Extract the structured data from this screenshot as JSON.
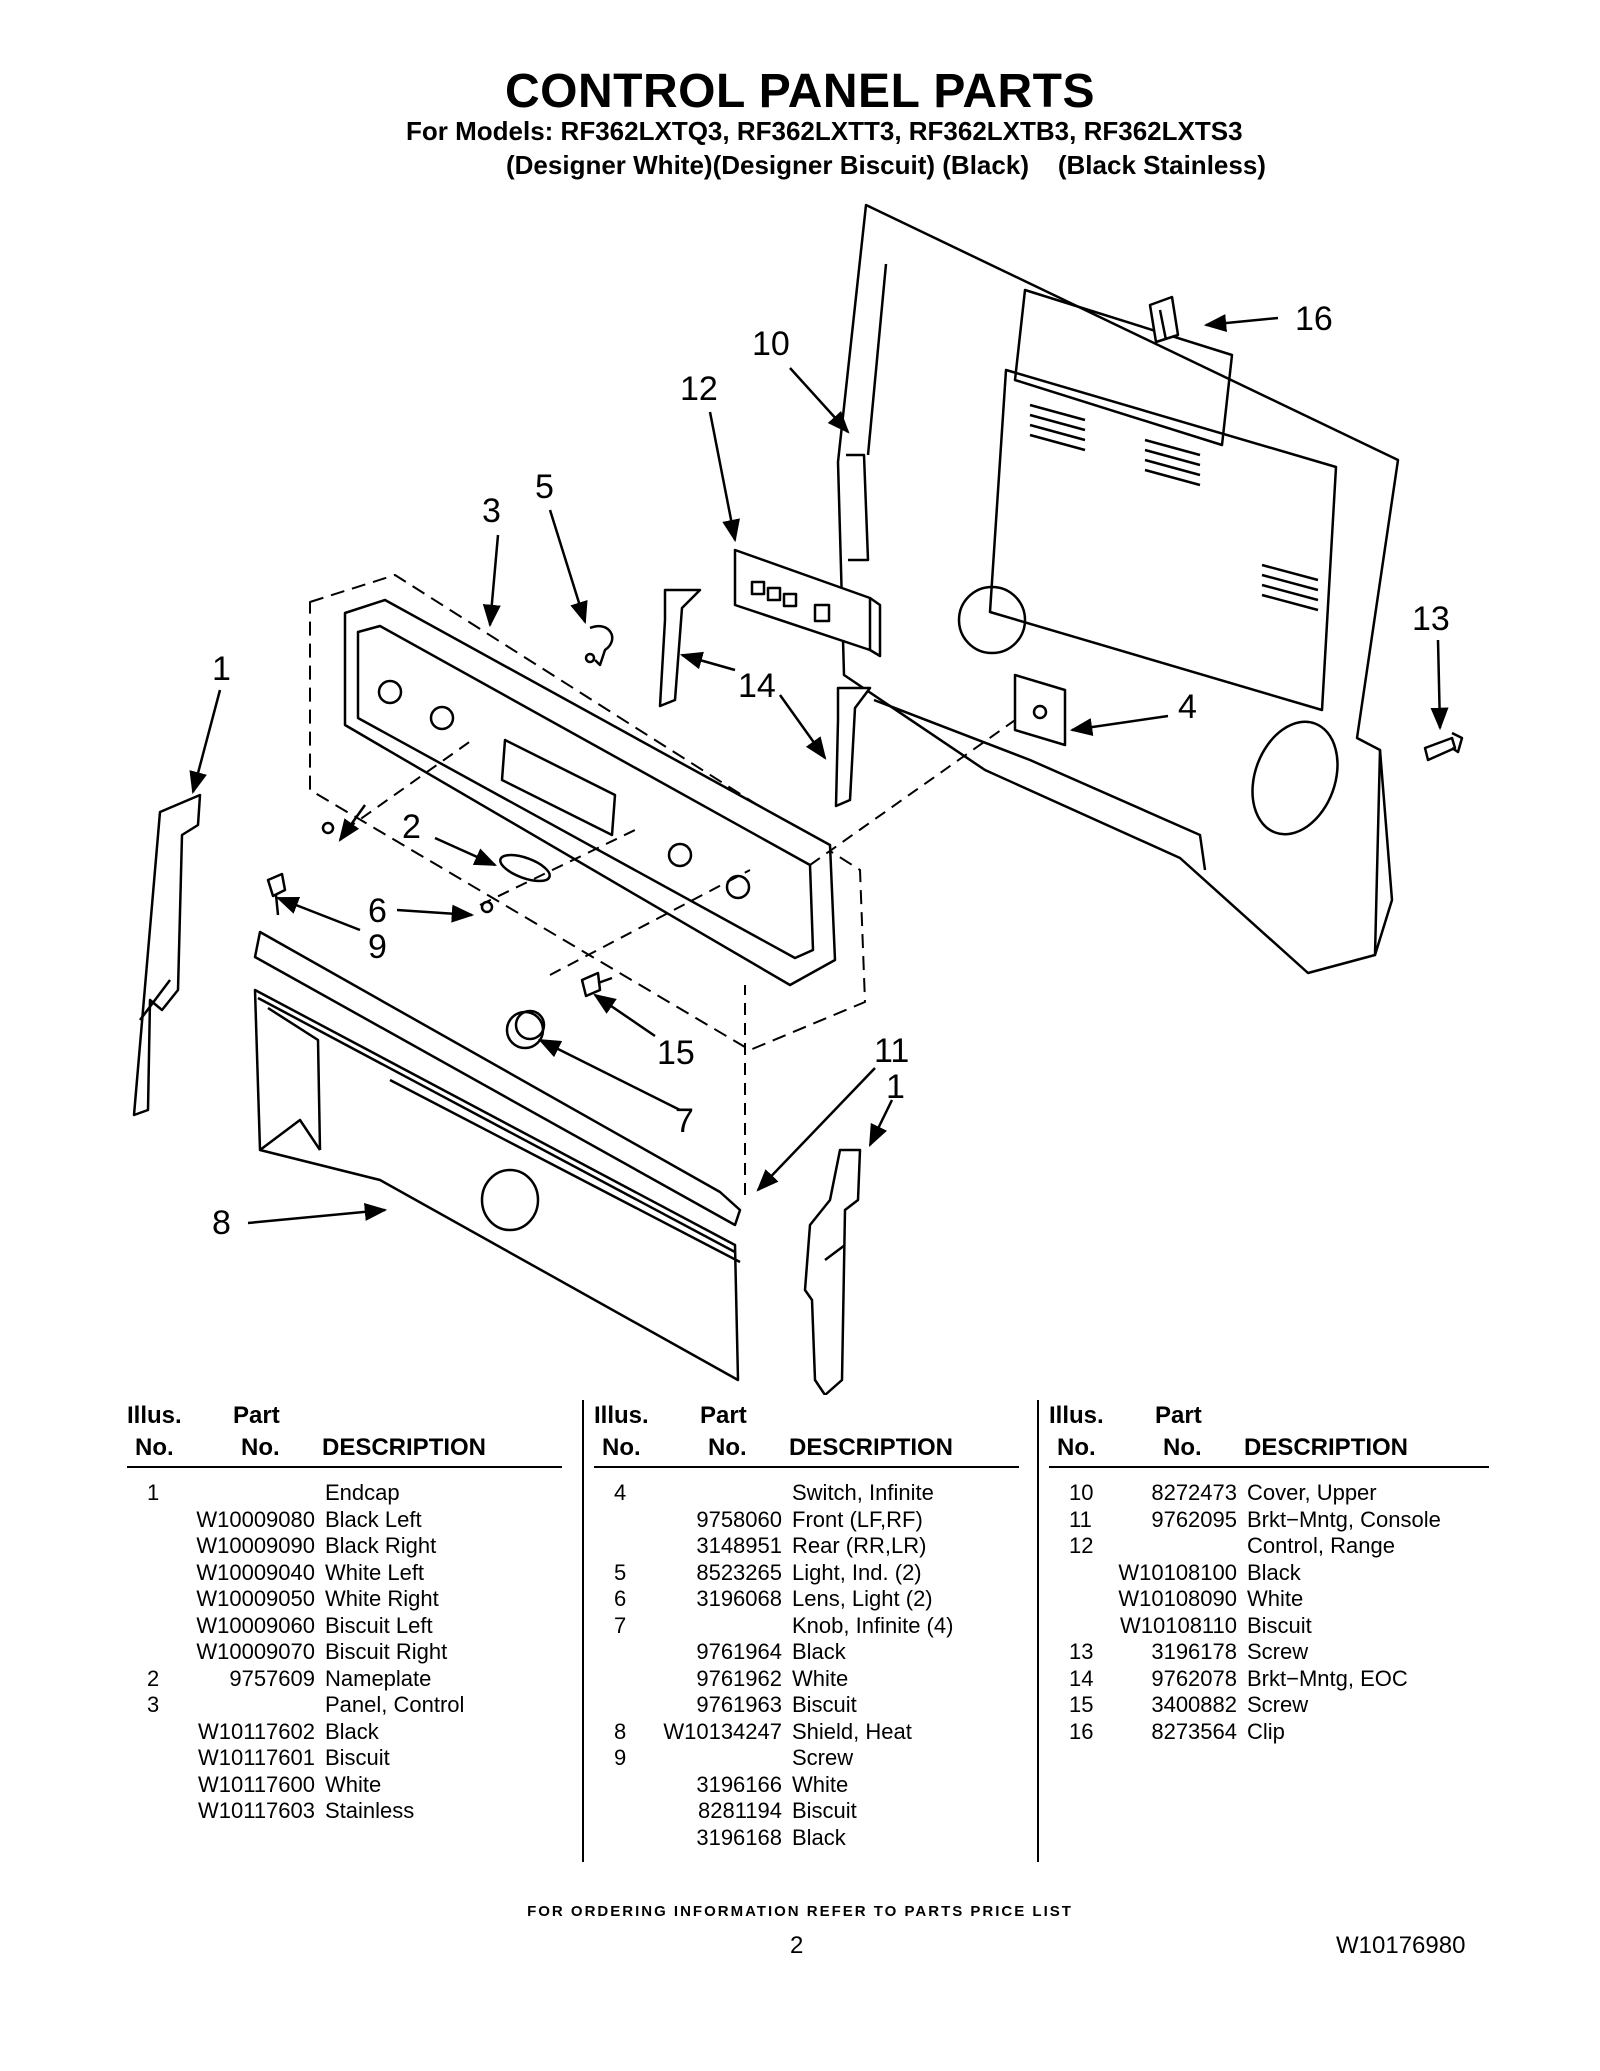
{
  "header": {
    "title": "CONTROL PANEL PARTS",
    "models": "For Models: RF362LXTQ3, RF362LXTT3, RF362LXTB3, RF362LXTS3",
    "finishes": "(Designer White)(Designer Biscuit) (Black)    (Black Stainless)"
  },
  "diagram": {
    "callouts": [
      "16",
      "10",
      "12",
      "5",
      "3",
      "13",
      "1",
      "14",
      "4",
      "2",
      "6",
      "9",
      "15",
      "11",
      "1",
      "7",
      "8"
    ]
  },
  "table": {
    "headers": {
      "illus_top": "Illus.",
      "illus_bottom": "No.",
      "part_top": "Part",
      "part_bottom": "No.",
      "description": "DESCRIPTION"
    },
    "columns": [
      {
        "rows": [
          {
            "illus": "1",
            "part": "",
            "desc": "Endcap"
          },
          {
            "illus": "",
            "part": "W10009080",
            "desc": "Black Left"
          },
          {
            "illus": "",
            "part": "W10009090",
            "desc": "Black Right"
          },
          {
            "illus": "",
            "part": "W10009040",
            "desc": "White Left"
          },
          {
            "illus": "",
            "part": "W10009050",
            "desc": "White Right"
          },
          {
            "illus": "",
            "part": "W10009060",
            "desc": "Biscuit Left"
          },
          {
            "illus": "",
            "part": "W10009070",
            "desc": "Biscuit Right"
          },
          {
            "illus": "2",
            "part": "9757609",
            "desc": "Nameplate"
          },
          {
            "illus": "3",
            "part": "",
            "desc": "Panel, Control"
          },
          {
            "illus": "",
            "part": "W10117602",
            "desc": "Black"
          },
          {
            "illus": "",
            "part": "W10117601",
            "desc": "Biscuit"
          },
          {
            "illus": "",
            "part": "W10117600",
            "desc": "White"
          },
          {
            "illus": "",
            "part": "W10117603",
            "desc": "Stainless"
          }
        ]
      },
      {
        "rows": [
          {
            "illus": "4",
            "part": "",
            "desc": "Switch, Infinite"
          },
          {
            "illus": "",
            "part": "9758060",
            "desc": "Front (LF,RF)"
          },
          {
            "illus": "",
            "part": "3148951",
            "desc": "Rear (RR,LR)"
          },
          {
            "illus": "5",
            "part": "8523265",
            "desc": "Light, Ind. (2)"
          },
          {
            "illus": "6",
            "part": "3196068",
            "desc": "Lens, Light (2)"
          },
          {
            "illus": "7",
            "part": "",
            "desc": "Knob, Infinite (4)"
          },
          {
            "illus": "",
            "part": "9761964",
            "desc": "Black"
          },
          {
            "illus": "",
            "part": "9761962",
            "desc": "White"
          },
          {
            "illus": "",
            "part": "9761963",
            "desc": "Biscuit"
          },
          {
            "illus": "8",
            "part": "W10134247",
            "desc": "Shield, Heat"
          },
          {
            "illus": "9",
            "part": "",
            "desc": "Screw"
          },
          {
            "illus": "",
            "part": "3196166",
            "desc": "White"
          },
          {
            "illus": "",
            "part": "8281194",
            "desc": "Biscuit"
          },
          {
            "illus": "",
            "part": "3196168",
            "desc": "Black"
          }
        ]
      },
      {
        "rows": [
          {
            "illus": "10",
            "part": "8272473",
            "desc": "Cover, Upper"
          },
          {
            "illus": "11",
            "part": "9762095",
            "desc": "Brkt−Mntg, Console"
          },
          {
            "illus": "12",
            "part": "",
            "desc": "Control, Range"
          },
          {
            "illus": "",
            "part": "W10108100",
            "desc": "Black"
          },
          {
            "illus": "",
            "part": "W10108090",
            "desc": "White"
          },
          {
            "illus": "",
            "part": "W10108110",
            "desc": "Biscuit"
          },
          {
            "illus": "13",
            "part": "3196178",
            "desc": "Screw"
          },
          {
            "illus": "14",
            "part": "9762078",
            "desc": "Brkt−Mntg, EOC"
          },
          {
            "illus": "15",
            "part": "3400882",
            "desc": "Screw"
          },
          {
            "illus": "16",
            "part": "8273564",
            "desc": "Clip"
          }
        ]
      }
    ]
  },
  "footer": {
    "ordering_note": "FOR ORDERING INFORMATION REFER TO PARTS PRICE LIST",
    "page_number": "2",
    "document_number": "W10176980"
  }
}
